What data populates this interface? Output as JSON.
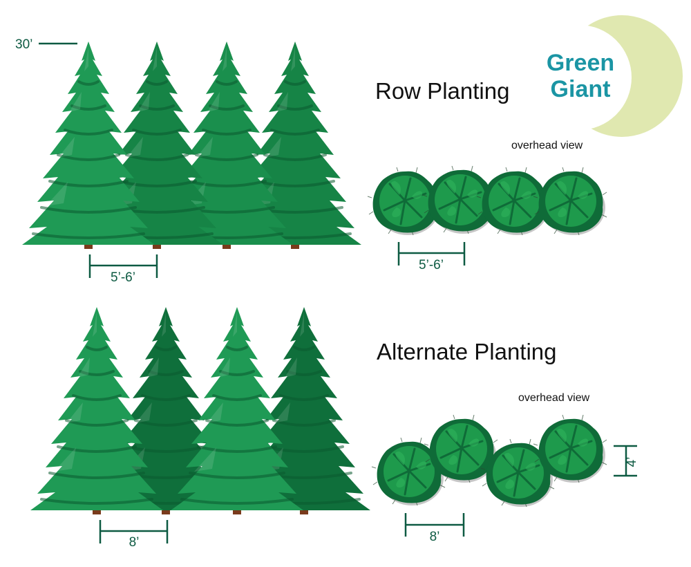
{
  "brand": {
    "line1": "Green",
    "line2": "Giant",
    "text_color": "#1b95a4",
    "halo_color": "#e0e8b0"
  },
  "height_label": "30’",
  "row_section": {
    "title": "Row Planting",
    "overhead_label": "overhead view",
    "side_spacing_label": "5’-6’",
    "overhead_spacing_label": "5’-6’",
    "tree_count": 4
  },
  "alternate_section": {
    "title": "Alternate Planting",
    "overhead_label": "overhead view",
    "side_spacing_label": "8’",
    "overhead_spacing_label": "8’",
    "offset_label": "4’",
    "tree_count": 4
  },
  "colors": {
    "tree_light": "#1f9a55",
    "tree_mid": "#168446",
    "tree_dark": "#0e6a37",
    "tree_shadow": "#0b5a2f",
    "trunk": "#7a3b1c",
    "dimension": "#0d5a42",
    "shrub_fill": "#1e9a4c",
    "shrub_rim": "#0f6b38",
    "shrub_shadow": "#b8b8b8",
    "title_text": "#111111"
  }
}
